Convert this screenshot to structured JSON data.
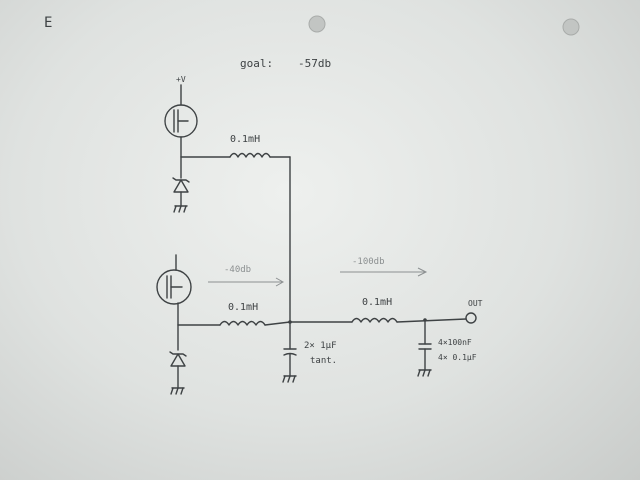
{
  "header": {
    "mark": "E"
  },
  "goal": {
    "label": "goal:",
    "value": "-57db"
  },
  "top_fet": {
    "supply": "+V"
  },
  "inductors": {
    "top": "0.1mH",
    "bottom_left": "0.1mH",
    "bottom_right": "0.1mH"
  },
  "arrows": {
    "left": "-40db",
    "right": "-100db"
  },
  "output": {
    "label": "OUT"
  },
  "cap_left": {
    "line1": "2× 1µF",
    "line2": "tant."
  },
  "cap_right": {
    "line1": "4×100nF",
    "line2": "4× 0.1µF"
  }
}
